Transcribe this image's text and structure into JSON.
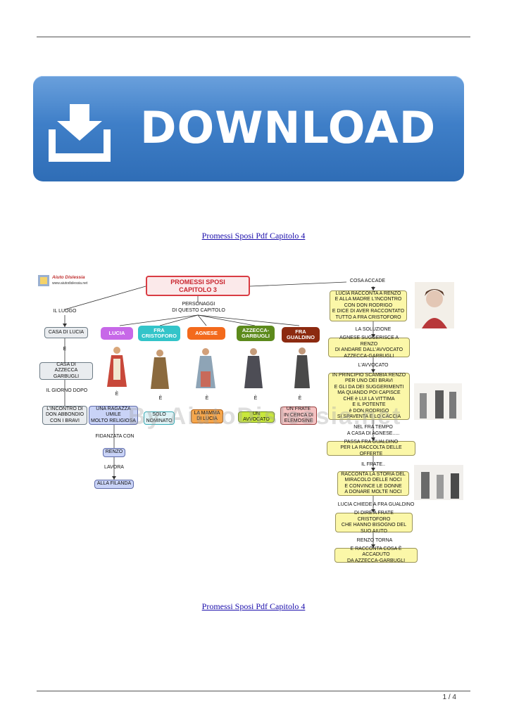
{
  "banner": {
    "label": "DOWNLOAD",
    "color": "#3f7fc8"
  },
  "links": {
    "top": "Promessi Sposi Pdf Capitolo 4",
    "bottom": "Promessi Sposi Pdf Capitolo 4"
  },
  "page": {
    "number": "1 / 4"
  },
  "map": {
    "logo": {
      "name": "Aiuto Dislessia",
      "url": "www.aiutodislessia.net"
    },
    "title": "PROMESSI SPOSI\nCAPITOLO 3",
    "watermark": "By AiutoDislessia.net",
    "left": {
      "luogo_label": "IL LUOGO",
      "casa_lucia": "CASA DI LUCIA",
      "e1": "E",
      "casa_azzecca": "CASA DI\nAZZECCA GARBUGLI",
      "giorno_label": "IL GIORNO DOPO",
      "incontro": "L'INCONTRO DI\nDON ABBONDIO\nCON I BRAVI"
    },
    "personaggi_label": "PERSONAGGI\nDI QUESTO CAPITOLO",
    "characters": [
      {
        "name": "LUCIA",
        "color": "#c768e8",
        "e": "È",
        "desc": "UNA RAGAZZA\nUMILE\nMOLTO RELIGIOSA"
      },
      {
        "name": "FRA\nCRISTOFORO",
        "color": "#33c4c9",
        "e": "È",
        "desc": "SOLO\nNOMINATO"
      },
      {
        "name": "AGNESE",
        "color": "#f36a1c",
        "e": "È",
        "desc": "LA MAMMA\nDI LUCIA"
      },
      {
        "name": "AZZECCA-\nGARBUGLI",
        "color": "#5c8a1c",
        "e": "È",
        "desc": "UN AVVOCATO"
      },
      {
        "name": "FRA\nGUALDINO",
        "color": "#8c2a10",
        "e": "È",
        "desc": "UN FRATE\nIN CERCA DI\nELEMOSINE"
      }
    ],
    "lucia_chain": {
      "fidanzata": "FIDANZATA CON",
      "renzo": "RENZO",
      "lavora": "LAVORA",
      "filanda": "ALLA FILANDA"
    },
    "right": {
      "cosa_accade": "COSA  ACCADE",
      "lucia_box": "LUCIA RACCONTA A RENZO\nE ALLA MADRE L'INCONTRO\nCON DON RODRIGO\nE DICE DI AVER RACCONTATO\nTUTTO A FRA CRISTOFORO",
      "soluzione": "LA SOLUZIONE",
      "agnese_box": "AGNESE SUGGERISCE A RENZO\nDI ANDARE DALL'AVVOCATO\nAZZECCA-GARBUGLI",
      "avvocato": "L'AVVOCATO",
      "avvocato_box": "IN PRINCIPIO SCAMBIA RENZO\nPER UNO DEI BRAVI\nE GLI DA DEI SUGGERIMENTI\nMA QUANDO POI CAPISCE\nCHE è LUI LA VITTIMA\nE IL POTENTE\nè DON RODRIGO\nSI SPAVENTA E LO CACCIA",
      "fra_tempo": "NEL FRA TEMPO\nA CASA DI AGNESE.....",
      "passa_box": "PASSA FRA GUALDINO\nPER LA RACCOLTA DELLE OFFERTE",
      "frate": "IL FRATE..",
      "racconta_box": "RACCONTA LA STORIA DEL\nMIRACOLO DELLE NOCI\nE CONVINCE LE DONNE\nA DONARE MOLTE NOCI",
      "lucia_chiede": "LUCIA CHIEDE A FRA GUALDINO",
      "dire_box": "DI DIRE A FRATE CRISTOFORO\nCHE HANNO BISOGNO DEL\nSUO AIUTO",
      "renzo_torna": "RENZO TORNA",
      "final_box": "E RACCONTA COSA È ACCADUTO\nDA AZZECCA-GARBUGLI"
    }
  }
}
